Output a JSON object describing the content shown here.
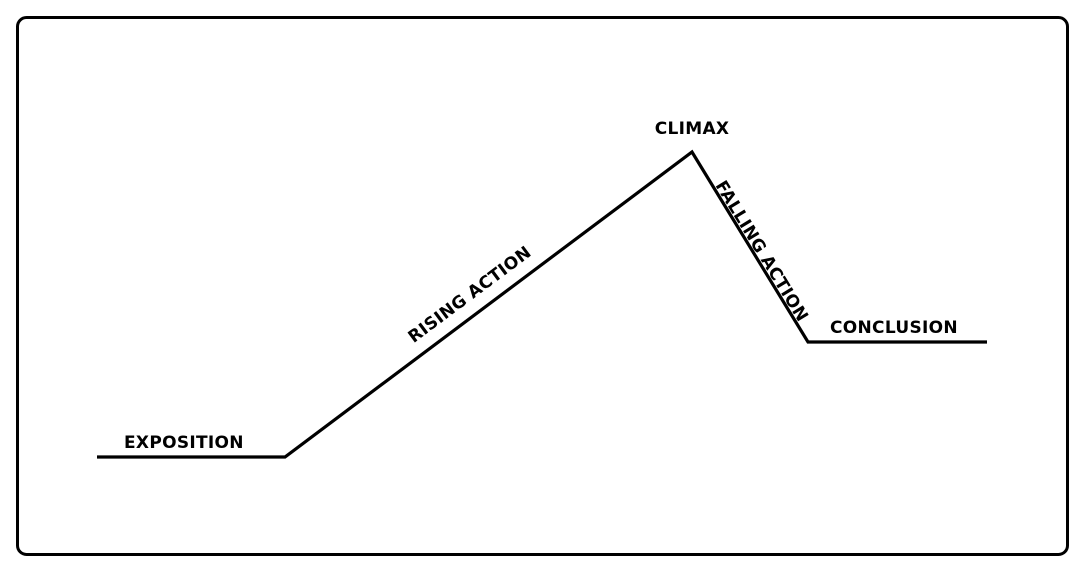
{
  "diagram": {
    "title": "Plot structure diagram",
    "line_color": "#000000",
    "background": "#ffffff",
    "labels": {
      "exposition": "EXPOSITION",
      "rising_action": "RISING ACTION",
      "climax": "CLIMAX",
      "falling_action": "FALLING ACTION",
      "conclusion": "CONCLUSION"
    }
  }
}
